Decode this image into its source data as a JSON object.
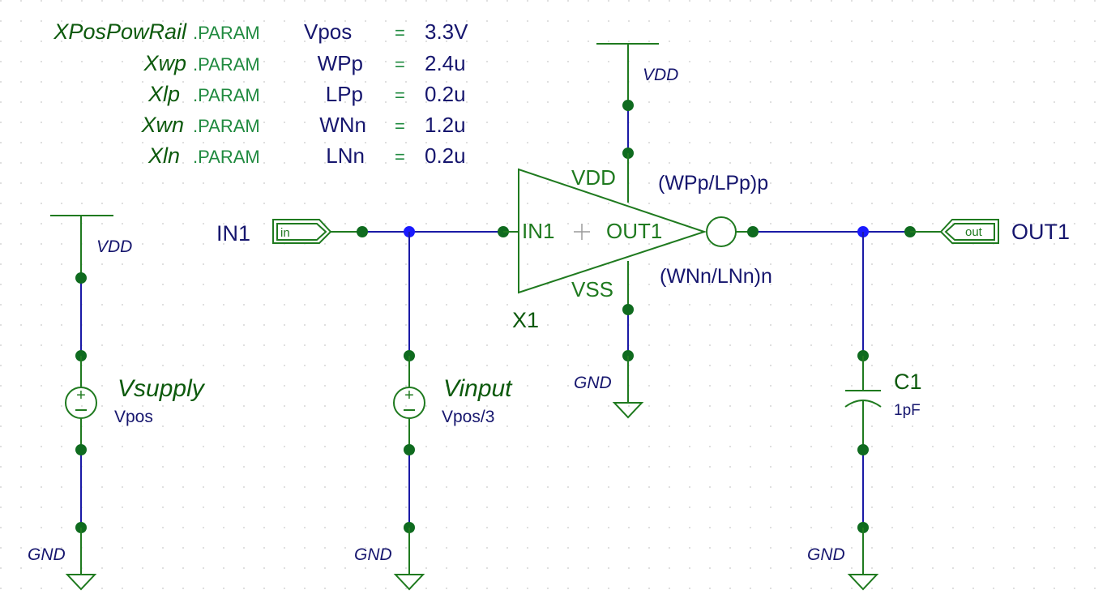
{
  "params": [
    {
      "name": "XPosPowRail",
      "keyword": ".PARAM",
      "variable": "Vpos",
      "equals": "=",
      "value": "3.3V"
    },
    {
      "name": "Xwp",
      "keyword": ".PARAM",
      "variable": "WPp",
      "equals": "=",
      "value": "2.4u"
    },
    {
      "name": "Xlp",
      "keyword": ".PARAM",
      "variable": "LPp",
      "equals": "=",
      "value": "0.2u"
    },
    {
      "name": "Xwn",
      "keyword": ".PARAM",
      "variable": "WNn",
      "equals": "=",
      "value": "1.2u"
    },
    {
      "name": "Xln",
      "keyword": ".PARAM",
      "variable": "LNn",
      "equals": "=",
      "value": "0.2u"
    }
  ],
  "power": {
    "vdd": "VDD",
    "gnd": "GND"
  },
  "sources": {
    "vsupply": {
      "name": "Vsupply",
      "value": "Vpos"
    },
    "vinput": {
      "name": "Vinput",
      "value": "Vpos/3"
    }
  },
  "inverter": {
    "ref": "X1",
    "pin_vdd": "VDD",
    "pin_vss": "VSS",
    "pin_in": "IN1",
    "pin_out": "OUT1",
    "p_size": "(WPp/LPp)p",
    "n_size": "(WNn/LNn)n"
  },
  "ports": {
    "in": {
      "net": "IN1",
      "tag": "in"
    },
    "out": {
      "net": "OUT1",
      "tag": "out"
    }
  },
  "capacitor": {
    "name": "C1",
    "value": "1pF"
  },
  "colors": {
    "wire": "#1a1aa6",
    "component": "#1f7a1f",
    "pin": "#0f6b1f",
    "junction": "#1a1aff",
    "net_label": "#16166e"
  }
}
